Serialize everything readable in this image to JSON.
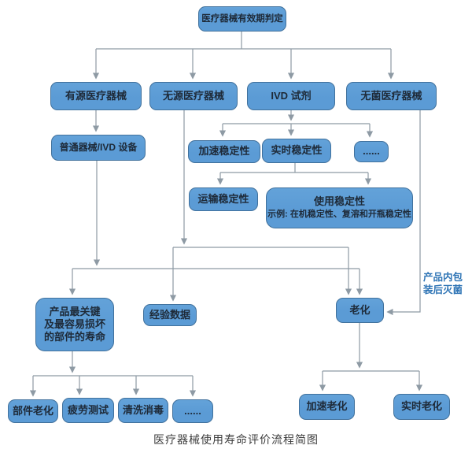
{
  "diagram": {
    "caption": "医疗器械使用寿命评价流程简图",
    "annotation": {
      "lines": [
        "产品内包",
        "装后灭菌"
      ]
    },
    "nodes": {
      "root": {
        "label": "医疗器械有效期判定"
      },
      "active_device": {
        "label": "有源医疗器械"
      },
      "passive_device": {
        "label": "无源医疗器械"
      },
      "ivd_reagent": {
        "label": "IVD 试剂"
      },
      "sterile_device": {
        "label": "无菌医疗器械"
      },
      "common_device": {
        "label": "普通器械/IVD 设备"
      },
      "accelerated_stability": {
        "label": "加速稳定性"
      },
      "realtime_stability": {
        "label": "实时稳定性"
      },
      "ellipsis_top": {
        "label": "......"
      },
      "transport_stability": {
        "label": "运输稳定性"
      },
      "use_stability": {
        "label": "使用稳定性",
        "note": "示例: 在机稳定性、复溶和开瓶稳定性"
      },
      "critical_component": {
        "lines": [
          "产品最关键",
          "及最容易损坏",
          "的部件的寿命"
        ]
      },
      "empirical_data": {
        "label": "经验数据"
      },
      "aging": {
        "label": "老化"
      },
      "part_aging": {
        "label": "部件老化"
      },
      "fatigue_test": {
        "label": "疲劳测试"
      },
      "cleaning_disinfection": {
        "label": "清洗消毒"
      },
      "ellipsis_bottom": {
        "label": "......"
      },
      "accelerated_aging": {
        "label": "加速老化"
      },
      "realtime_aging": {
        "label": "实时老化"
      }
    },
    "colors": {
      "node_fill": "#5b9bd5",
      "node_border": "#41719c",
      "node_text": "#1e2a38",
      "line": "#8e9aa4",
      "annotation_text": "#2e74b5",
      "caption_text": "#3c3c3c"
    }
  }
}
